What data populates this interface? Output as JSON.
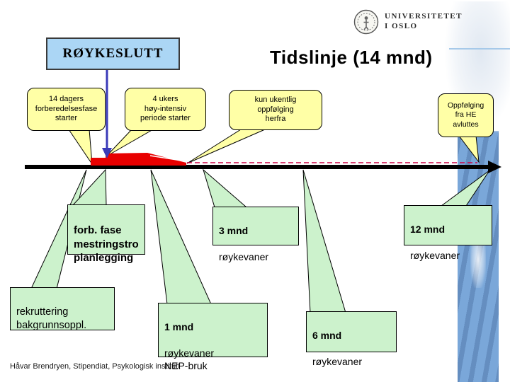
{
  "logo": {
    "line1": "UNIVERSITETET",
    "line2": "I OSLO"
  },
  "header": {
    "topic": "RØYKESLUTT",
    "title": "Tidslinje (14 mnd)"
  },
  "callouts": {
    "prep": "14 dagers\nforberedelsesfase\nstarter",
    "intensive": "4 ukers\nhøy-intensiv\nperiode starter",
    "weekly": "kun ukentlig\noppfølging\nherfra",
    "followup_end": "Oppfølging\nfra HE\navluttes"
  },
  "measure_boxes": {
    "forb": {
      "title": "forb. fase\nmestringstro\nplanlegging",
      "body": ""
    },
    "rekruttering": {
      "title": "",
      "body": "rekruttering\nbakgrunnsoppl."
    },
    "m1": {
      "title": "1 mnd",
      "body": "røykevaner\nNEP-bruk"
    },
    "m3": {
      "title": "3 mnd",
      "body": "røykevaner"
    },
    "m6": {
      "title": "6 mnd",
      "body": "røykevaner"
    },
    "m12": {
      "title": "12 mnd",
      "body": "røykevaner"
    }
  },
  "footer": "Håvar Brendryen, Stipendiat, Psykologisk institutt",
  "colors": {
    "topic_box_fill": "#abd6f5",
    "callout_fill": "#ffffa6",
    "measure_box_fill": "#ccf2cc",
    "intensive_phase_red": "#e80000",
    "dashed_line": "#cc0044",
    "start_arrow_blue": "#3a3ab8",
    "timeline_black": "#000000",
    "column_blue": "#7aa7d9"
  }
}
